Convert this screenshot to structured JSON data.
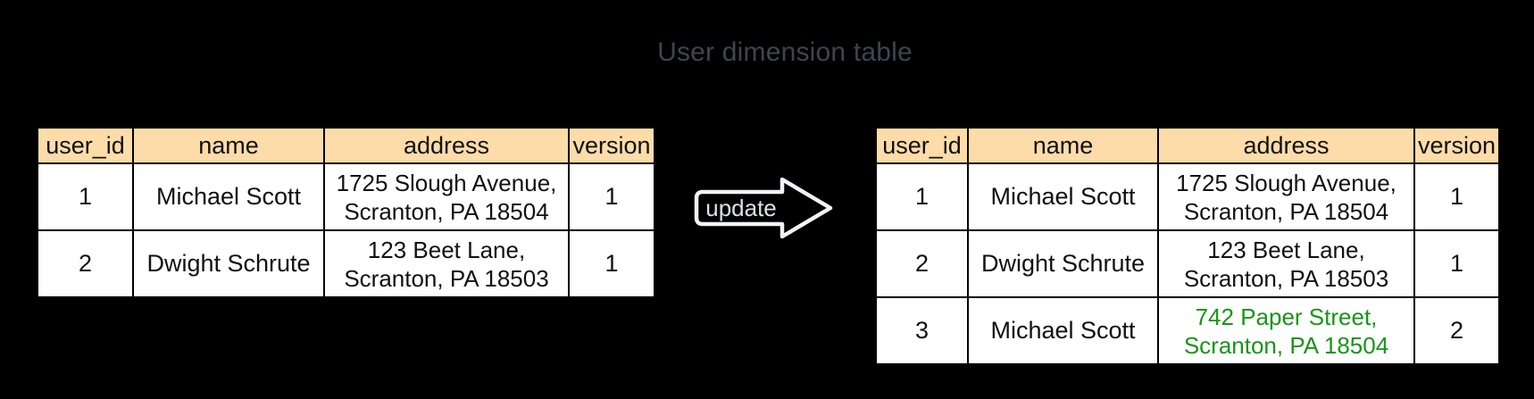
{
  "title": "User dimension table",
  "arrow": {
    "label": "update"
  },
  "colors": {
    "background": "#000000",
    "title-color": "#3d4551",
    "header-bg": "#fedca9",
    "cell-bg": "#ffffff",
    "grid": "#000000",
    "text": "#111111",
    "green": "#169616",
    "arrow-outline": "#f2f3f5",
    "arrow-label": "#dce0e5",
    "arrow-fill": "#000000"
  },
  "left_table": {
    "columns": [
      "user_id",
      "name",
      "address",
      "version"
    ],
    "rows": [
      {
        "user_id": "1",
        "name": "Michael Scott",
        "address": "1725 Slough Avenue,\nScranton, PA 18504",
        "version": "1"
      },
      {
        "user_id": "2",
        "name": "Dwight Schrute",
        "address": "123 Beet Lane,\nScranton, PA 18503",
        "version": "1"
      }
    ]
  },
  "right_table": {
    "columns": [
      "user_id",
      "name",
      "address",
      "version"
    ],
    "rows": [
      {
        "user_id": "1",
        "name": "Michael Scott",
        "address": "1725 Slough Avenue,\nScranton, PA 18504",
        "version": "1"
      },
      {
        "user_id": "2",
        "name": "Dwight Schrute",
        "address": "123 Beet Lane,\nScranton, PA 18503",
        "version": "1"
      },
      {
        "user_id": "3",
        "name": "Michael Scott",
        "address": "742 Paper Street,\nScranton, PA 18504",
        "version": "2",
        "address_highlight": true
      }
    ]
  }
}
